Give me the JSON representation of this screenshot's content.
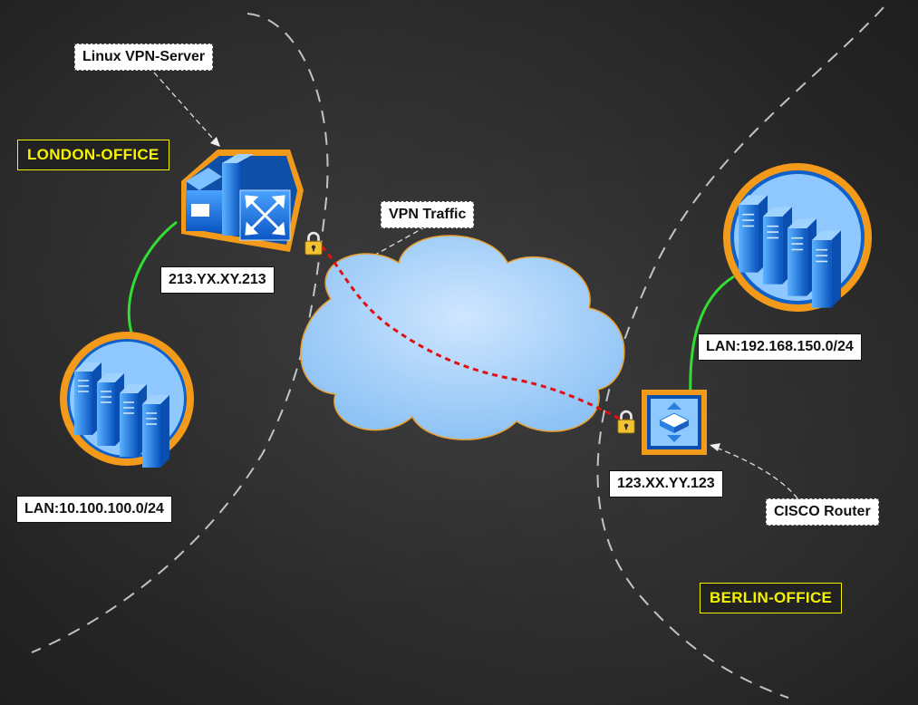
{
  "labels": {
    "linux_vpn_server": "Linux VPN-Server",
    "london_office": "LONDON-OFFICE",
    "vpn_traffic": "VPN Traffic",
    "london_ip": "213.YX.XY.213",
    "london_lan": "LAN:10.100.100.0/24",
    "berlin_lan": "LAN:192.168.150.0/24",
    "berlin_ip": "123.XX.YY.123",
    "cisco_router": "CISCO Router",
    "berlin_office": "BERLIN-OFFICE"
  },
  "colors": {
    "background": "#2a2a2a",
    "boundary": "#d8dde6",
    "link": "#33dd33",
    "tunnel": "#dd1111",
    "cloud": "#a9d3ff",
    "icon_ring": "#f39a1b",
    "icon_fill": "#1a6fd6",
    "office_text": "#f5f200"
  },
  "icons": {
    "vpn_server": "vpn-server-icon",
    "router": "router-icon",
    "server_farm": "server-farm-icon",
    "lock": "lock-icon",
    "cloud": "internet-cloud-icon"
  }
}
